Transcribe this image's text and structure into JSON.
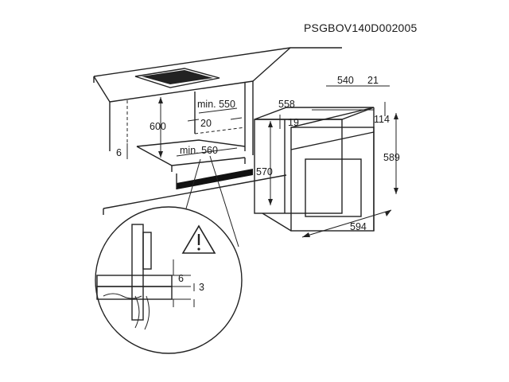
{
  "product_code": "PSGBOV140D002005",
  "dimensions": {
    "oven_depth": "540",
    "front_thickness": "21",
    "oven_width_depth": "558",
    "panel_height": "114",
    "top_offset": "19",
    "oven_height_total": "589",
    "oven_body_height": "570",
    "oven_width": "594",
    "niche_depth": "min. 550",
    "niche_width": "min. 560",
    "rail_gap": "20",
    "niche_height": "600",
    "shelf_thickness": "6",
    "detail_gap": "6",
    "detail_offset": "3"
  },
  "icons": {
    "warning": "warning-triangle-icon"
  },
  "colors": {
    "ink": "#222222",
    "black_strip": "#111111"
  }
}
